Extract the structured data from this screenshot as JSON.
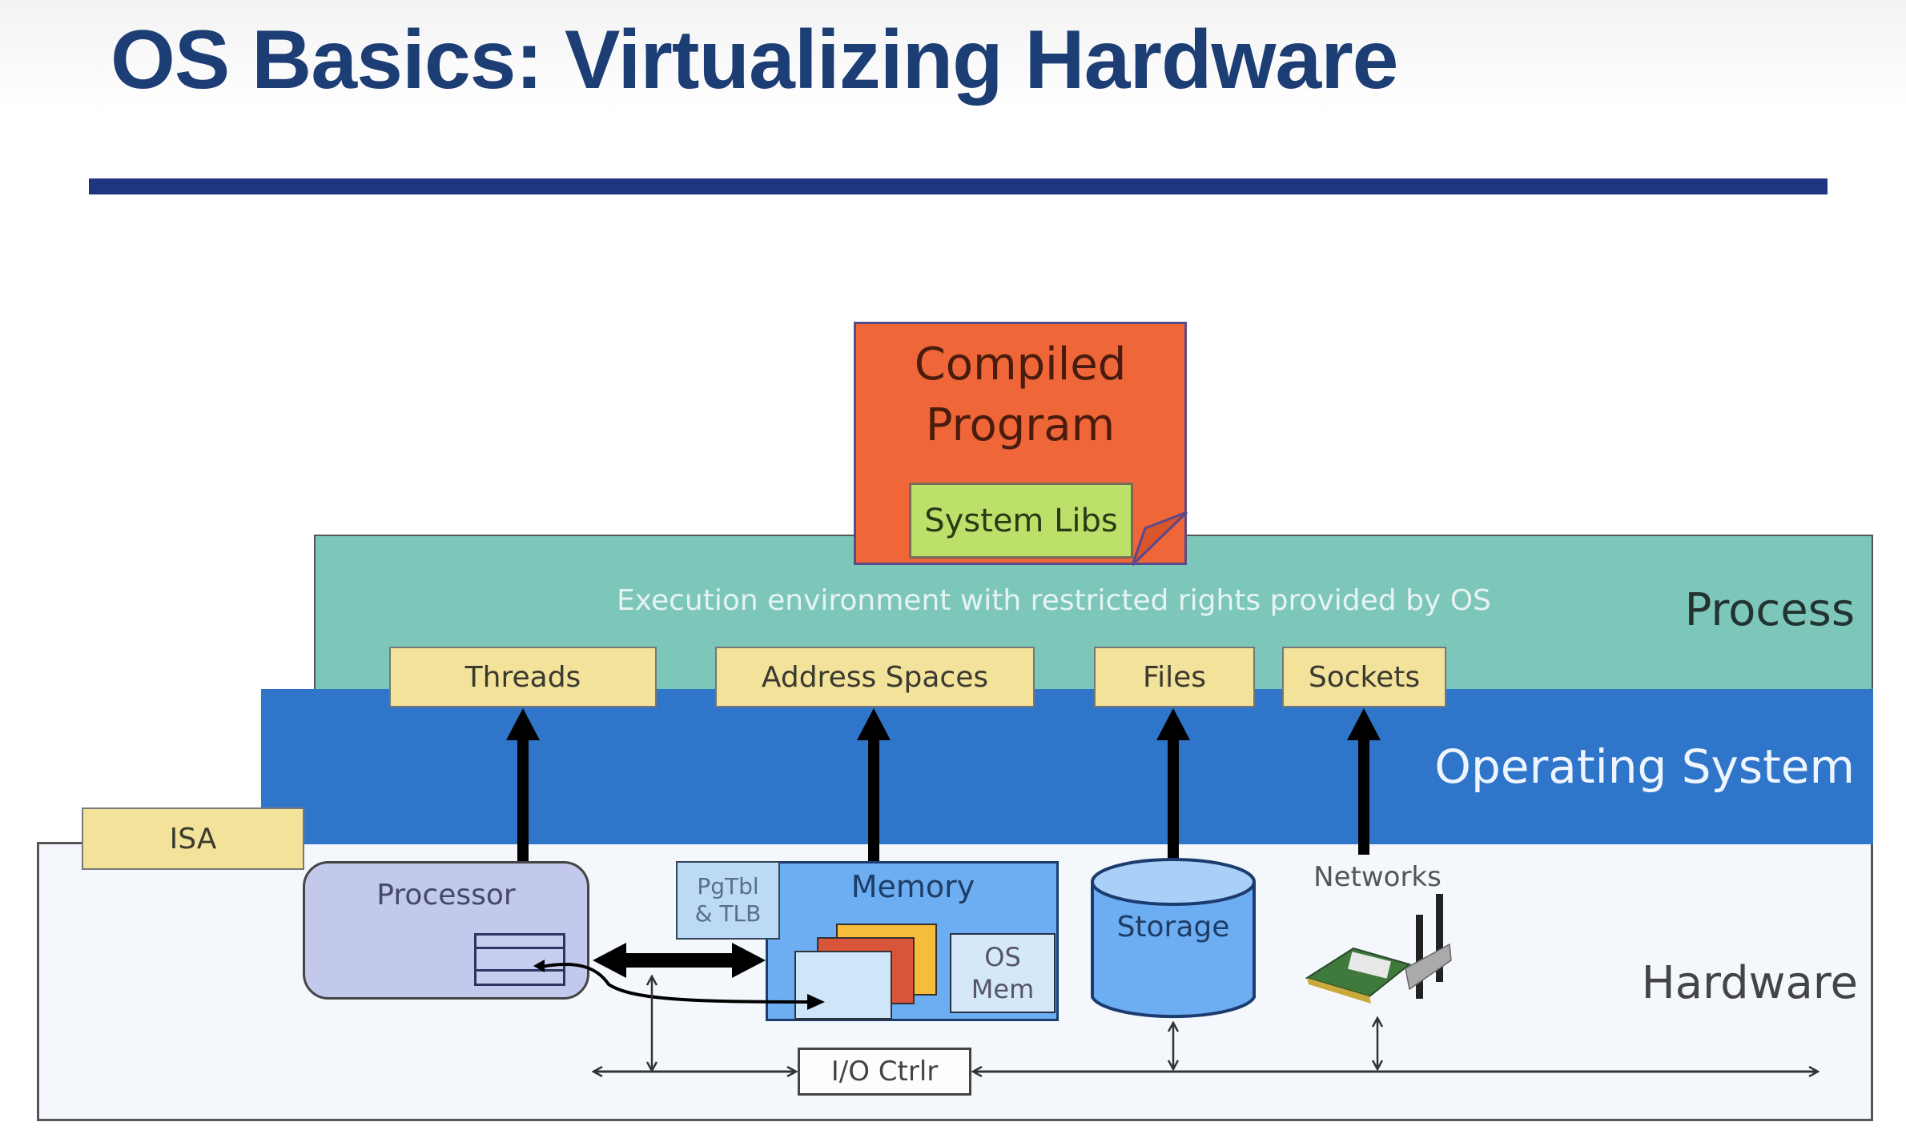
{
  "slide": {
    "title": "OS Basics: Virtualizing Hardware"
  },
  "program": {
    "title_line1": "Compiled",
    "title_line2": "Program",
    "libs": "System Libs"
  },
  "process_layer": {
    "label": "Process",
    "description": "Execution environment with restricted rights provided by OS",
    "abstractions": [
      "Threads",
      "Address Spaces",
      "Files",
      "Sockets"
    ]
  },
  "os_layer": {
    "label": "Operating System"
  },
  "hardware_layer": {
    "label": "Hardware",
    "isa": "ISA",
    "processor": "Processor",
    "pgtbl_line1": "PgTbl",
    "pgtbl_line2": "& TLB",
    "memory": "Memory",
    "os_mem_line1": "OS",
    "os_mem_line2": "Mem",
    "storage": "Storage",
    "networks": "Networks",
    "io_ctrl": "I/O Ctrlr"
  },
  "colors": {
    "title": "#1c3e75",
    "rule": "#1f3580",
    "process": "#7dc7ba",
    "os": "#2f75c9",
    "hardware": "#f4f8fc",
    "program": "#ef6638",
    "libs": "#bde06a",
    "abstraction": "#f3e29a",
    "processor": "#c3c9ec",
    "memory": "#6daef2"
  }
}
